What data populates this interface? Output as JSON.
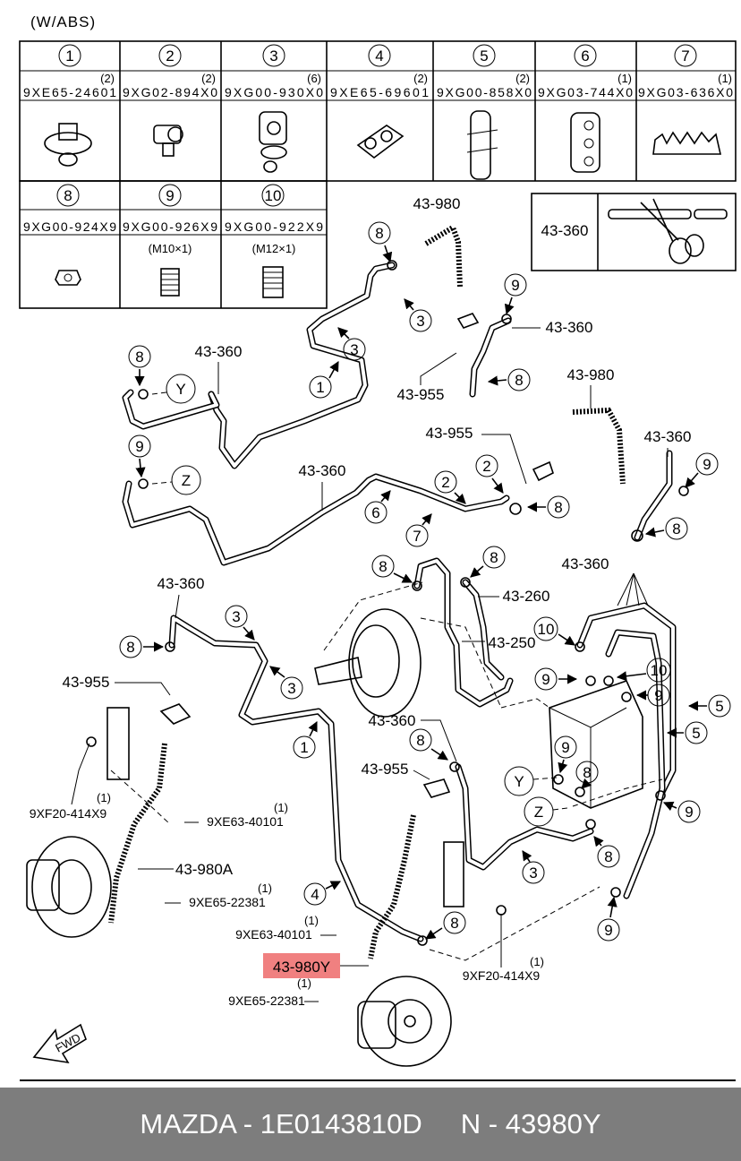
{
  "header": {
    "title": "(W/ABS)"
  },
  "parts_table": {
    "row1": [
      {
        "num": "1",
        "part": "9XE65-24601",
        "qty": "(2)"
      },
      {
        "num": "2",
        "part": "9XG02-894X0",
        "qty": "(2)"
      },
      {
        "num": "3",
        "part": "9XG00-930X0",
        "qty": "(6)"
      },
      {
        "num": "4",
        "part": "9XE65-69601",
        "qty": "(2)"
      },
      {
        "num": "5",
        "part": "9XG00-858X0",
        "qty": "(2)"
      },
      {
        "num": "6",
        "part": "9XG03-744X0",
        "qty": "(1)"
      },
      {
        "num": "7",
        "part": "9XG03-636X0",
        "qty": "(1)"
      }
    ],
    "row2": [
      {
        "num": "8",
        "part": "9XG00-924X9",
        "sub": ""
      },
      {
        "num": "9",
        "part": "9XG00-926X9",
        "sub": "(M10×1)"
      },
      {
        "num": "10",
        "part": "9XG00-922X9",
        "sub": "(M12×1)"
      }
    ]
  },
  "tool_box": {
    "code": "43-360"
  },
  "labels": {
    "l43980_top": "43-980",
    "l43360_a": "43-360",
    "l43955_a": "43-955",
    "l43360_b": "43-360",
    "l43980_b": "43-980",
    "l43955_b": "43-955",
    "l43360_c": "43-360",
    "l43360_d": "43-360",
    "l43360_e": "43-360",
    "l43260": "43-260",
    "l43250": "43-250",
    "l43360_f": "43-360",
    "l43955_c": "43-955",
    "l43955_d": "43-955",
    "l43360_g": "43-360",
    "l43980a": "43-980A",
    "l9xf20_a": "9XF20-414X9",
    "l9xf20_a_qty": "(1)",
    "l9xe63_a": "9XE63-40101",
    "l9xe63_a_qty": "(1)",
    "l9xe65_a": "9XE65-22381",
    "l9xe65_a_qty": "(1)",
    "l9xe63_b": "9XE63-40101",
    "l9xe63_b_qty": "(1)",
    "l43980y": "43-980Y",
    "l9xe65_b": "9XE65-22381",
    "l9xe65_b_qty": "(1)",
    "l9xf20_b": "9XF20-414X9",
    "l9xf20_b_qty": "(1)",
    "y": "Y",
    "z": "Z",
    "fwd": "FWD"
  },
  "callouts": {
    "c1": "1",
    "c2": "2",
    "c3": "3",
    "c4": "4",
    "c5": "5",
    "c6": "6",
    "c7": "7",
    "c8": "8",
    "c9": "9",
    "c10": "10"
  },
  "highlight": {
    "color": "#f08080"
  },
  "footer": {
    "text": "MAZDA - 1E0143810D     N - 43980Y"
  }
}
